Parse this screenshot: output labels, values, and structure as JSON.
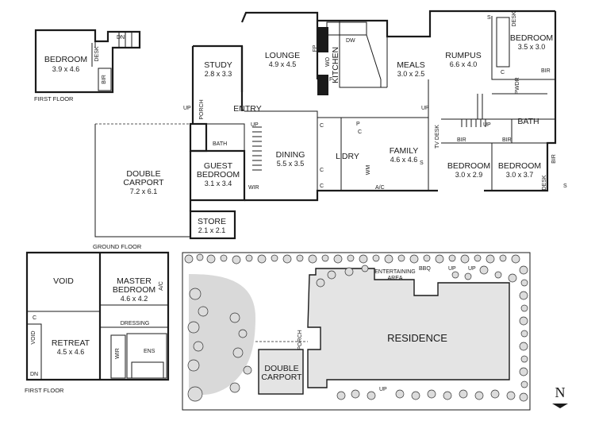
{
  "colors": {
    "wall": "#1a1a1a",
    "hatch": "#e4e4e4",
    "lawn": "#d9d9d9",
    "background": "#ffffff"
  },
  "labels": {
    "bedroom": "BEDROOM",
    "dim_bed_ff": "3.9 x 4.6",
    "desk": "DESK",
    "bir": "BIR",
    "dn": "DN",
    "up": "UP",
    "first_floor": "FIRST FLOOR",
    "ground_floor": "GROUND FLOOR",
    "study": "STUDY",
    "dim_study": "2.8 x 3.3",
    "lounge": "LOUNGE",
    "dim_lounge": "4.9 x 4.5",
    "fp": "FP",
    "dw": "DW",
    "wo": "WO",
    "kitchen": "KITCHEN",
    "s": "S",
    "f": "F",
    "meals": "MEALS",
    "dim_meals": "3.0 x 2.5",
    "rumpus": "RUMPUS",
    "dim_rumpus": "6.6 x 4.0",
    "dim_bed_ne": "3.5 x 3.0",
    "c": "C",
    "pwdr": "PWDR",
    "bath": "BATH",
    "porch": "PORCH",
    "entry": "ENTRY",
    "double_carport": "DOUBLE",
    "carport": "CARPORT",
    "dim_carport": "7.2 x 6.1",
    "guest_bedroom_1": "GUEST",
    "guest_bedroom_2": "BEDROOM",
    "dim_guest": "3.1 x 3.4",
    "wir": "WIR",
    "dining": "DINING",
    "dim_dining": "5.5 x 3.5",
    "p": "P",
    "ldry": "L'DRY",
    "wm": "WM",
    "ac": "A/C",
    "family": "FAMILY",
    "dim_family": "4.6 x 4.6",
    "tv_desk": "TV DESK",
    "dim_bed_mid": "3.0 x 2.9",
    "dim_bed_east": "3.0 x 3.7",
    "store": "STORE",
    "dim_store": "2.1 x 2.1",
    "void": "VOID",
    "master_1": "MASTER",
    "master_2": "BEDROOM",
    "dim_master": "4.6 x 4.2",
    "dressing": "DRESSING",
    "retreat": "RETREAT",
    "dim_retreat": "4.5 x 4.6",
    "ens": "ENS",
    "entertaining_1": "ENTERTAINING",
    "entertaining_2": "AREA",
    "bbq": "BBQ",
    "residence": "RESIDENCE",
    "north": "N"
  }
}
